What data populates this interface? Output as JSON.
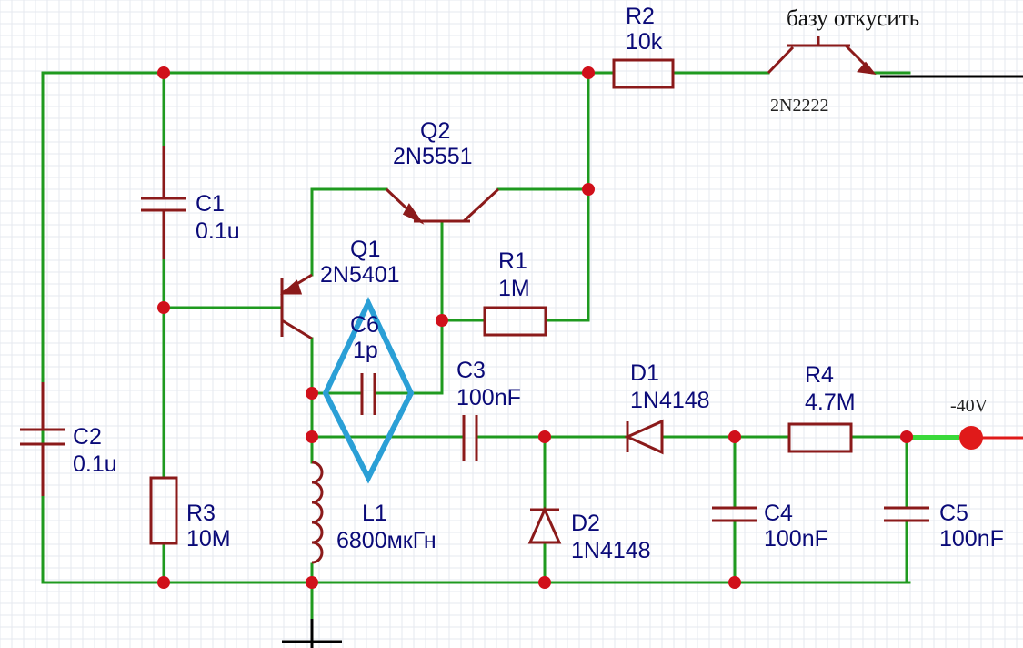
{
  "colors": {
    "wire": "#1f9a1f",
    "component": "#8b1a1a",
    "junction": "#d0101a",
    "label": "#0a0a78",
    "annotation": "#2a9fd6",
    "output_wire": "#3ad93a",
    "grid": "#e6e9ef"
  },
  "note": "базу откусить",
  "voltage": "-40V",
  "components": {
    "r2": {
      "ref": "R2",
      "value": "10k"
    },
    "t2n2222": {
      "value": "2N2222"
    },
    "c1": {
      "ref": "C1",
      "value": "0.1u"
    },
    "q2": {
      "ref": "Q2",
      "value": "2N5551"
    },
    "q1": {
      "ref": "Q1",
      "value": "2N5401"
    },
    "r1": {
      "ref": "R1",
      "value": "1M"
    },
    "c6": {
      "ref": "C6",
      "value": "1p"
    },
    "c3": {
      "ref": "C3",
      "value": "100nF"
    },
    "d1": {
      "ref": "D1",
      "value": "1N4148"
    },
    "r4": {
      "ref": "R4",
      "value": "4.7M"
    },
    "c2": {
      "ref": "C2",
      "value": "0.1u"
    },
    "r3": {
      "ref": "R3",
      "value": "10M"
    },
    "l1": {
      "ref": "L1",
      "value": "6800мкГн"
    },
    "d2": {
      "ref": "D2",
      "value": "1N4148"
    },
    "c4": {
      "ref": "C4",
      "value": "100nF"
    },
    "c5": {
      "ref": "C5",
      "value": "100nF"
    }
  }
}
